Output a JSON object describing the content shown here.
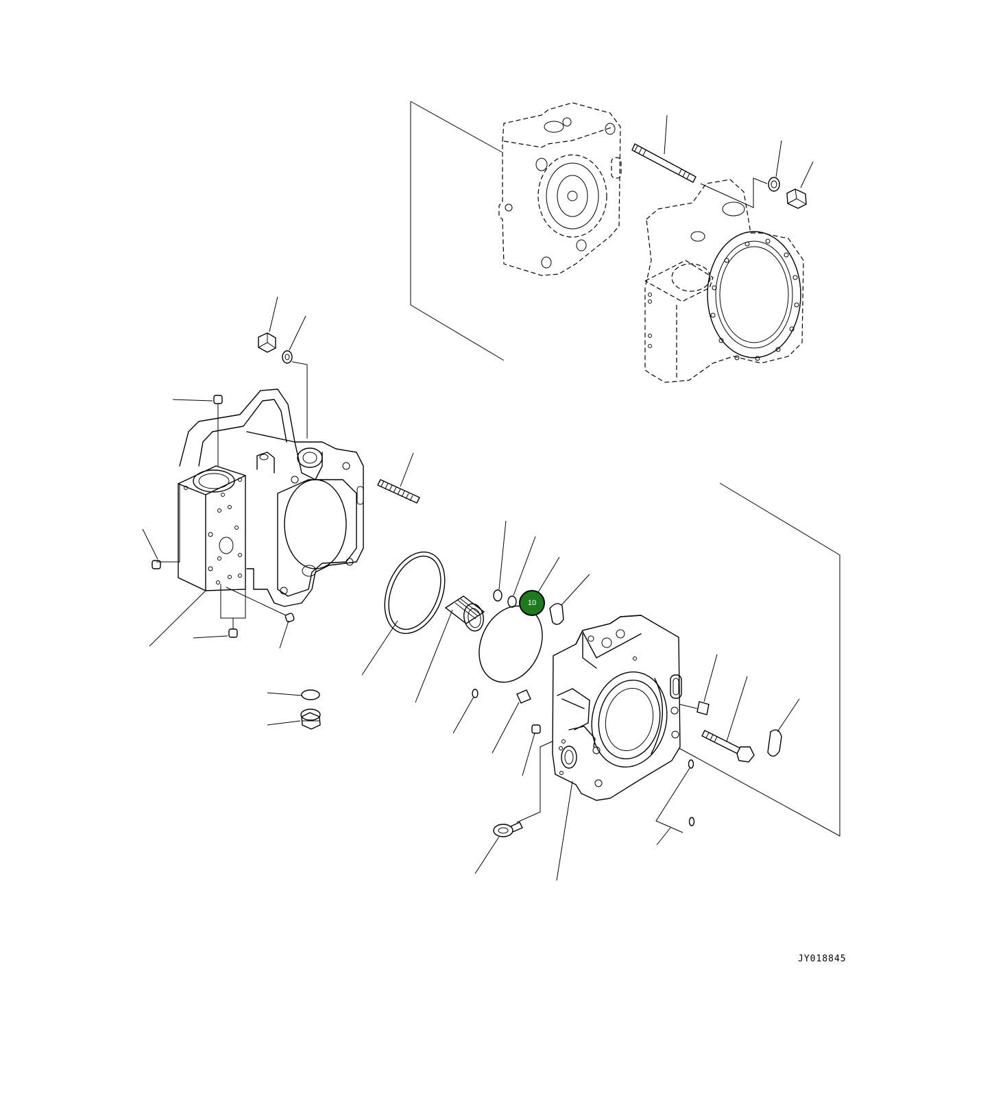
{
  "drawing": {
    "code": "JY018845"
  },
  "callouts": [
    {
      "label": "10",
      "color": "#1e7a1e",
      "part": "o-ring"
    }
  ]
}
